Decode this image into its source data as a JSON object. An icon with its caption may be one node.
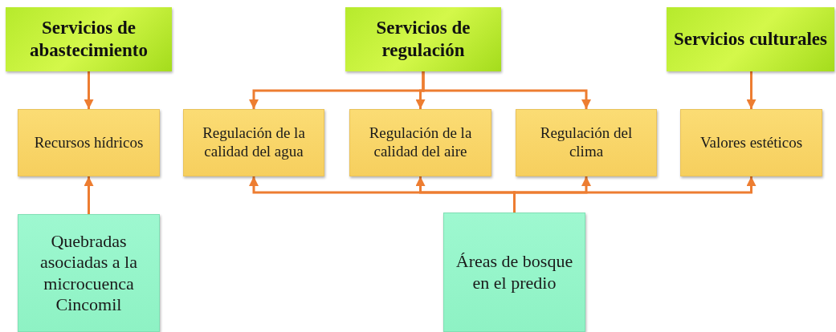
{
  "diagram": {
    "nodes": [
      {
        "text": [
          "Servicios de abastecimiento"
        ]
      },
      {
        "text": [
          "Servicios de regulación"
        ]
      },
      {
        "text": [
          "Servicios culturales"
        ]
      },
      {
        "text": [
          "Recursos hídricos"
        ]
      },
      {
        "text": [
          "Regulación de la calidad del agua"
        ]
      },
      {
        "text": [
          "Regulación de la calidad del aire"
        ]
      },
      {
        "text": [
          "Regulación del clima"
        ]
      },
      {
        "text": [
          "Valores estéticos"
        ]
      },
      {
        "text": [
          "Quebradas asociadas a la microcuenca Cincomil"
        ]
      },
      {
        "text": [
          "Áreas de bosque en el predio"
        ]
      }
    ],
    "edges": [
      {
        "from": 0,
        "to": 3,
        "arrow": "to"
      },
      {
        "from": 1,
        "to": 4,
        "arrow": "to"
      },
      {
        "from": 1,
        "to": 5,
        "arrow": "to"
      },
      {
        "from": 1,
        "to": 6,
        "arrow": "to"
      },
      {
        "from": 2,
        "to": 7,
        "arrow": "to"
      },
      {
        "from": 8,
        "to": 3,
        "arrow": "to"
      },
      {
        "from": 9,
        "to": 4,
        "arrow": "to"
      },
      {
        "from": 9,
        "to": 5,
        "arrow": "to"
      },
      {
        "from": 9,
        "to": 6,
        "arrow": "to"
      },
      {
        "from": 9,
        "to": 7,
        "arrow": "to"
      }
    ]
  }
}
